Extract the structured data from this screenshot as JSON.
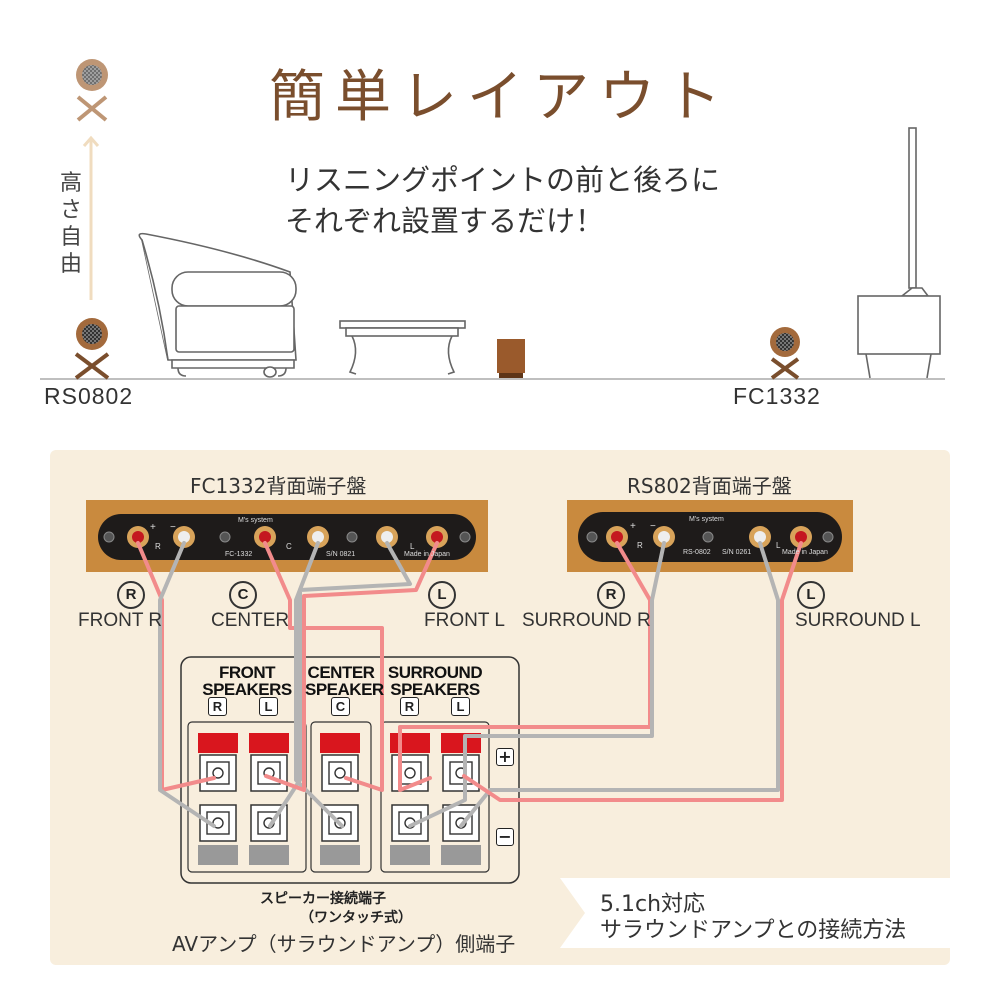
{
  "title": "簡単レイアウト",
  "subtitle": {
    "line1": "リスニングポイントの前と後ろに",
    "line2": "それぞれ設置するだけ！"
  },
  "height_label": "高さ自由",
  "rs_model": "RS0802",
  "fc_model": "FC1332",
  "fc_panel": {
    "title": "FC1332背面端子盤",
    "brand": "M's system",
    "model_text": "FC-1332",
    "serial_text": "S/N 0821",
    "made_in": "Made in Japan",
    "plus": "+",
    "minus": "−",
    "ch_r": "R",
    "ch_c": "C",
    "ch_l": "L"
  },
  "rs_panel": {
    "title": "RS802背面端子盤",
    "brand": "M's system",
    "model_text": "RS-0802",
    "serial_text": "S/N 0261",
    "made_in": "Made in Japan",
    "plus": "+",
    "minus": "−",
    "ch_r": "R",
    "ch_l": "L"
  },
  "channels": {
    "front_r": {
      "badge": "R",
      "label": "FRONT R"
    },
    "center": {
      "badge": "C",
      "label": "CENTER"
    },
    "front_l": {
      "badge": "L",
      "label": "FRONT L"
    },
    "surround_r": {
      "badge": "R",
      "label": "SURROUND R"
    },
    "surround_l": {
      "badge": "L",
      "label": "SURROUND L"
    }
  },
  "amp": {
    "groups": {
      "front": {
        "line1": "FRONT",
        "line2": "SPEAKERS",
        "r": "R",
        "l": "L"
      },
      "center": {
        "line1": "CENTER",
        "line2": "SPEAKER",
        "c": "C"
      },
      "surround": {
        "line1": "SURROUND",
        "line2": "SPEAKERS",
        "r": "R",
        "l": "L"
      }
    },
    "plus": "+",
    "minus": "−",
    "label_line1": "スピーカー接続端子",
    "label_line2": "（ワンタッチ式）",
    "label_line3": "AVアンプ（サラウンドアンプ）側端子"
  },
  "note": {
    "line1": "5.1ch対応",
    "line2": "サラウンドアンプとの接続方法"
  },
  "colors": {
    "accent_brown": "#7a4e2d",
    "panel_bg": "#f8eedd",
    "wire_red": "#f28b8b",
    "wire_gray": "#b4b4b4",
    "terminal_red": "#d9161e",
    "terminal_gray": "#999999"
  }
}
